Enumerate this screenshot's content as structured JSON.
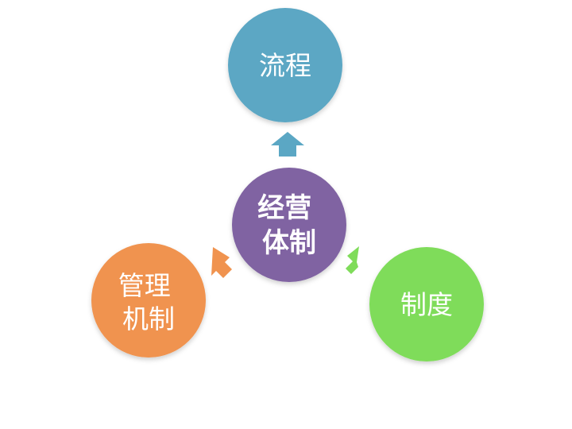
{
  "center": {
    "lines": [
      "经营",
      "体制"
    ],
    "color": "#8064a2"
  },
  "top": {
    "lines": [
      "流程"
    ],
    "color": "#5ba7c4",
    "arrow_color": "#5ba7c4"
  },
  "left": {
    "lines": [
      "管理",
      "机制"
    ],
    "color": "#f0934f",
    "arrow_color": "#f0934f"
  },
  "right": {
    "lines": [
      "制度"
    ],
    "color": "#7fdc5a",
    "arrow_color": "#7fdc5a"
  }
}
